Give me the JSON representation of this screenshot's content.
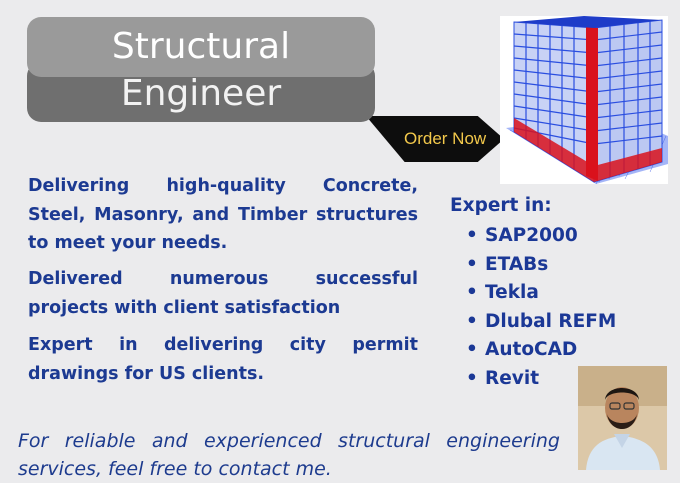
{
  "title": {
    "line1": "Structural",
    "line2": "Engineer"
  },
  "cta": {
    "label": "Order Now"
  },
  "description": [
    "Delivering high-quality Concrete, Steel, Masonry, and Timber structures to meet your needs.",
    "Delivered numerous successful projects with client satisfaction",
    "Expert in delivering city permit drawings for US clients."
  ],
  "expertise": {
    "heading": "Expert in:",
    "items": [
      "SAP2000",
      "ETABs",
      "Tekla",
      "Dlubal REFM",
      "AutoCAD",
      "Revit"
    ]
  },
  "footer": "For reliable and experienced structural engineering services, feel free to contact me.",
  "colors": {
    "accent_text": "#1c3a92",
    "cta_text": "#f2c84b",
    "building_red": "#d9121c",
    "building_blue": "#2a4ee0"
  }
}
